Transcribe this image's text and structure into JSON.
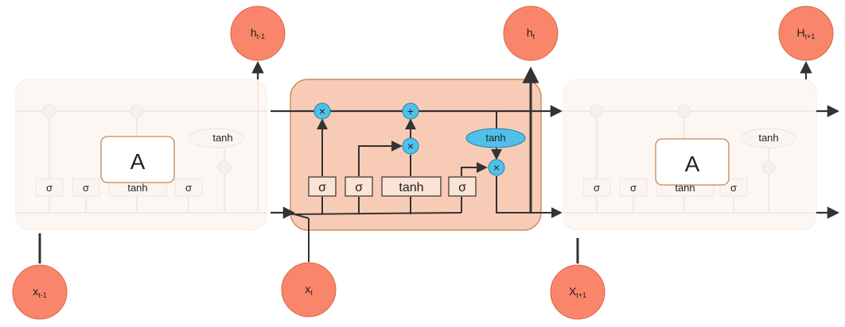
{
  "colors": {
    "accent_node": "#f9856a",
    "cell_fill": "#f7cbb5",
    "cell_border": "#c97b4b",
    "op_node": "#4fc0ea",
    "line": "#333333",
    "faded_box_border": "#c8854f"
  },
  "prev_cell": {
    "label": "A",
    "faded_gate_labels": [
      "σ",
      "σ",
      "tanh",
      "σ",
      "tanh"
    ]
  },
  "next_cell": {
    "label": "A",
    "faded_gate_labels": [
      "σ",
      "σ",
      "tanh",
      "σ",
      "tanh"
    ]
  },
  "main_cell": {
    "gates": [
      "σ",
      "σ",
      "tanh",
      "σ"
    ],
    "tanh_op": "tanh",
    "multiply_symbol": "×",
    "add_symbol": "+"
  },
  "nodes": {
    "h_prev": {
      "base": "h",
      "sub": "t-1"
    },
    "h_cur": {
      "base": "h",
      "sub": "t"
    },
    "h_next": {
      "base": "H",
      "sub": "t+1"
    },
    "x_prev": {
      "base": "x",
      "sub": "t-1"
    },
    "x_cur": {
      "base": "x",
      "sub": "t"
    },
    "x_next": {
      "base": "X",
      "sub": "t+1"
    }
  }
}
